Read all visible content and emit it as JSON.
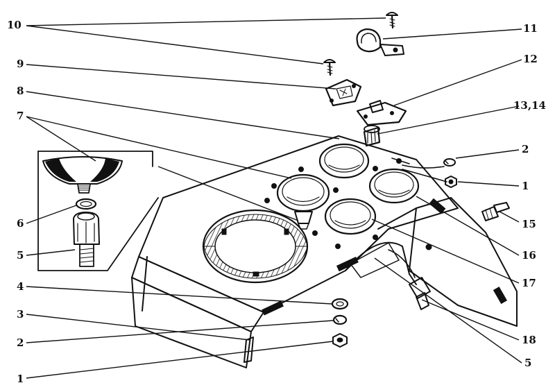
{
  "callouts": [
    {
      "id": "c10",
      "text": "10"
    },
    {
      "id": "c11",
      "text": "11"
    },
    {
      "id": "c9",
      "text": "9"
    },
    {
      "id": "c12",
      "text": "12"
    },
    {
      "id": "c8",
      "text": "8"
    },
    {
      "id": "c1314",
      "text": "13,14"
    },
    {
      "id": "c7",
      "text": "7"
    },
    {
      "id": "c2r",
      "text": "2"
    },
    {
      "id": "c1r",
      "text": "1"
    },
    {
      "id": "c15",
      "text": "15"
    },
    {
      "id": "c6",
      "text": "6"
    },
    {
      "id": "c5l",
      "text": "5"
    },
    {
      "id": "c16",
      "text": "16"
    },
    {
      "id": "c17",
      "text": "17"
    },
    {
      "id": "c4",
      "text": "4"
    },
    {
      "id": "c3",
      "text": "3"
    },
    {
      "id": "c2l",
      "text": "2"
    },
    {
      "id": "c18",
      "text": "18"
    },
    {
      "id": "c1l",
      "text": "1"
    },
    {
      "id": "c5r",
      "text": "5"
    }
  ],
  "colors": {
    "ink": "#111111",
    "paper": "#ffffff"
  }
}
